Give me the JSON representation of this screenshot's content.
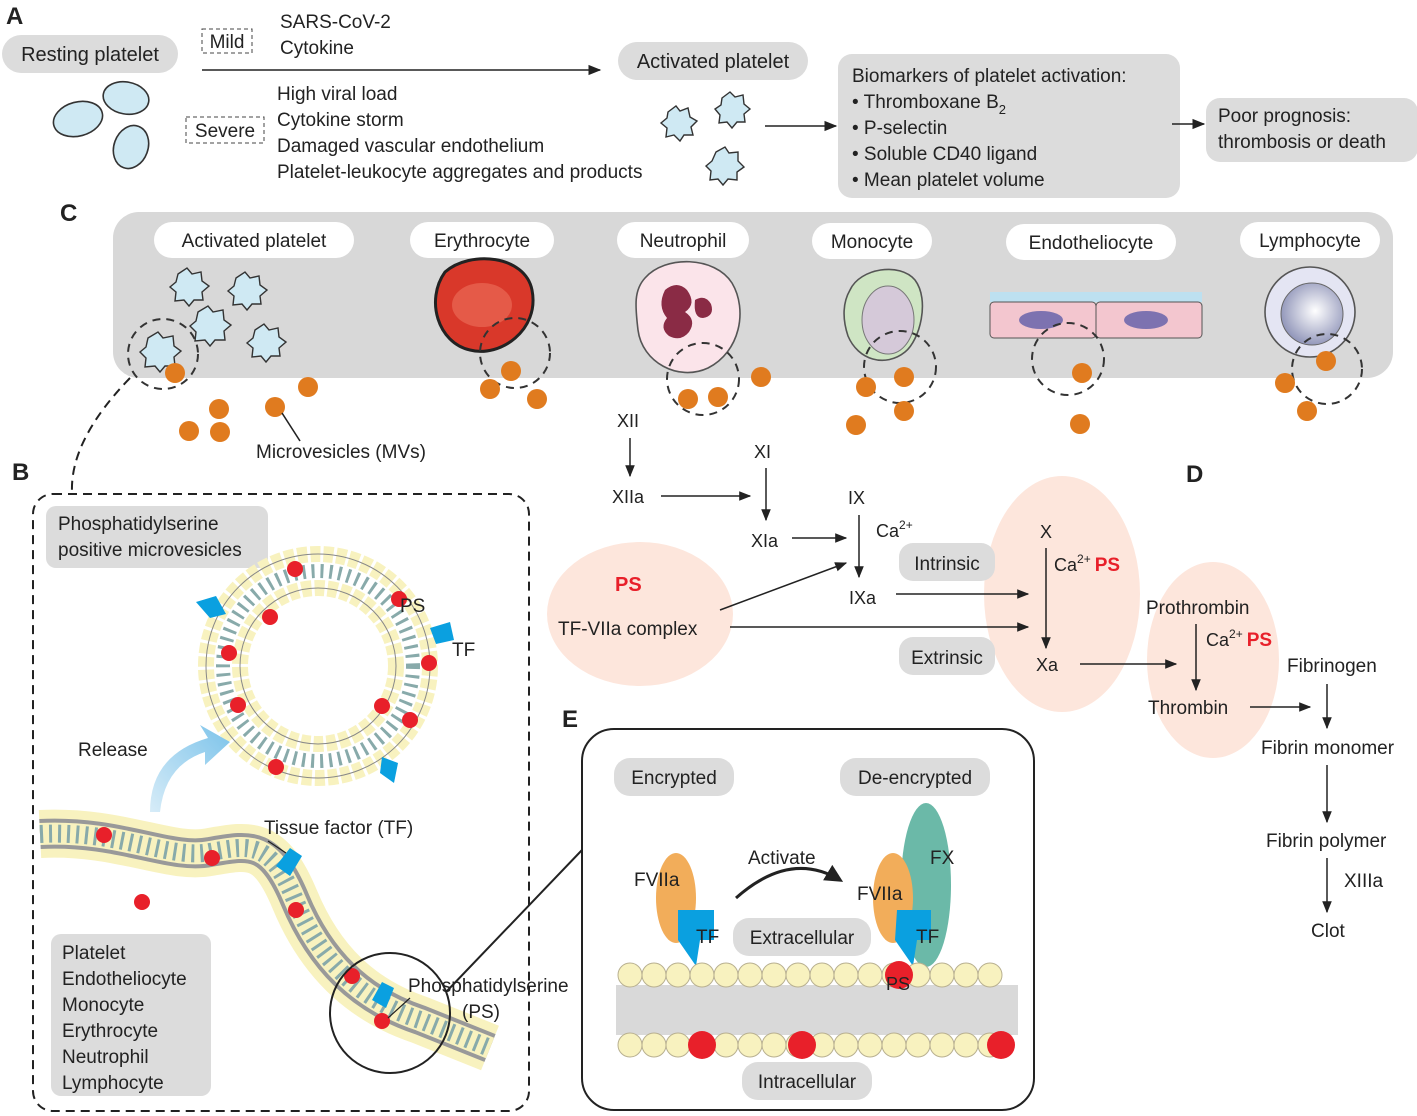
{
  "panel_labels": {
    "a": "A",
    "b": "B",
    "c": "C",
    "d": "D",
    "e": "E"
  },
  "panel_a": {
    "resting_platelet": "Resting platelet",
    "mild_tag": "Mild",
    "mild_causes": [
      "SARS-CoV-2",
      "Cytokine"
    ],
    "severe_tag": "Severe",
    "severe_causes": [
      "High viral load",
      "Cytokine storm",
      "Damaged vascular endothelium",
      "Platelet-leukocyte aggregates and products"
    ],
    "activated_platelet": "Activated platelet",
    "biomarkers_title": "Biomarkers of platelet activation:",
    "biomarkers": [
      "• Thromboxane B",
      "• P-selectin",
      "• Soluble CD40 ligand",
      "• Mean platelet volume"
    ],
    "thromboxane_subscript": "2",
    "prognosis": [
      "Poor prognosis:",
      "thrombosis or death"
    ]
  },
  "panel_c": {
    "cells": [
      "Activated platelet",
      "Erythrocyte",
      "Neutrophil",
      "Monocyte",
      "Endotheliocyte",
      "Lymphocyte"
    ],
    "microvesicles_label": "Microvesicles (MVs)"
  },
  "panel_b": {
    "ps_mv_label": [
      "Phosphatidylserine",
      "positive microvesicles"
    ],
    "ps": "PS",
    "tf": "TF",
    "release": "Release",
    "tissue_factor": "Tissue factor (TF)",
    "phosphatidylserine": [
      "Phosphatidylserine",
      "(PS)"
    ],
    "source_cells": [
      "Platelet",
      "Endotheliocyte",
      "Monocyte",
      "Erythrocyte",
      "Neutrophil",
      "Lymphocyte"
    ]
  },
  "panel_d": {
    "xii": "XII",
    "xiia": "XIIa",
    "xi": "XI",
    "xia": "XIa",
    "ix": "IX",
    "ixa": "IXa",
    "ca": "Ca",
    "ca_sup": "2+",
    "ps": "PS",
    "tf_viia": "TF-VIIa complex",
    "intrinsic": "Intrinsic",
    "extrinsic": "Extrinsic",
    "x": "X",
    "xa": "Xa",
    "prothrombin": "Prothrombin",
    "thrombin": "Thrombin",
    "fibrinogen": "Fibrinogen",
    "fibrin_monomer": "Fibrin monomer",
    "fibrin_polymer": "Fibrin polymer",
    "xiiia": "XIIIa",
    "clot": "Clot"
  },
  "panel_e": {
    "encrypted": "Encrypted",
    "de_encrypted": "De-encrypted",
    "fviia": "FVIIa",
    "tf": "TF",
    "activate": "Activate",
    "fx": "FX",
    "ps": "PS",
    "extracellular": "Extracellular",
    "intracellular": "Intracellular"
  },
  "colors": {
    "gray_box": "#dcdcdc",
    "platelet": "#cfe9f3",
    "microvesicle": "#e07b1f",
    "ps_red": "#e8202a",
    "tf_blue": "#0aa0e0",
    "lipid_head": "#f8f2bf",
    "fviia_orange": "#f2ad5a",
    "fx_teal": "#6bb9a8",
    "coag_ellipse": "#fde6dc"
  }
}
